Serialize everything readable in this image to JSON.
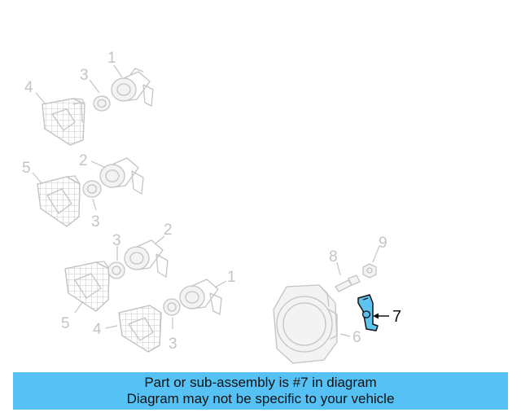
{
  "callouts": {
    "c1a": "1",
    "c1b": "1",
    "c2a": "2",
    "c2b": "2",
    "c3a": "3",
    "c3b": "3",
    "c3c": "3",
    "c3d": "3",
    "c4a": "4",
    "c4b": "4",
    "c5a": "5",
    "c5b": "5",
    "c6": "6",
    "c7": "7",
    "c8": "8",
    "c9": "9"
  },
  "highlighted_part": "7",
  "colors": {
    "highlight_part": "#5ec3ef",
    "banner_background": "#56c1f5",
    "faded_parts": "#c4c4c4"
  },
  "banner": {
    "line1": "Part or sub-assembly is #7 in diagram",
    "line2": "Diagram may not be specific to your vehicle"
  }
}
